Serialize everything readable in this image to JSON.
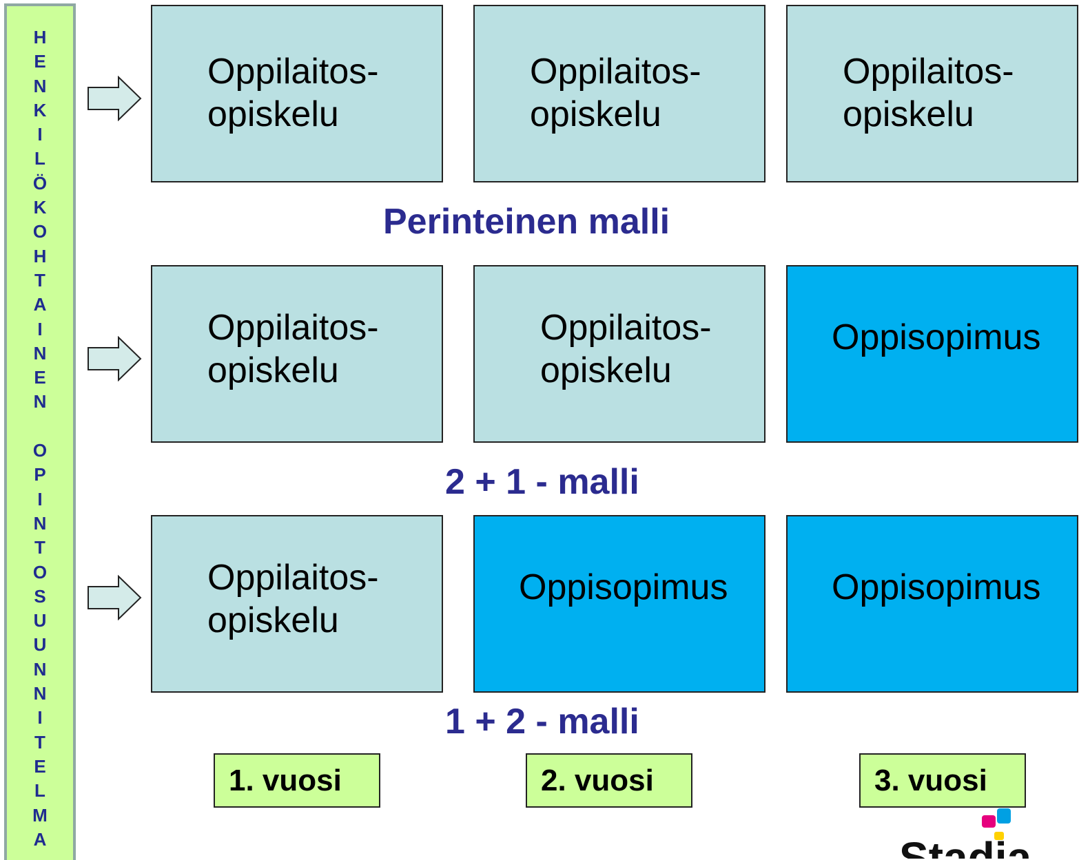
{
  "sidebar": {
    "words": [
      "HENKILÖKOHTAINEN",
      "OPINTOSUUNNITELMA"
    ]
  },
  "rows": [
    {
      "boxes": [
        {
          "text": "Oppilaitos-\nopiskelu",
          "kind": "school"
        },
        {
          "text": "Oppilaitos-\nopiskelu",
          "kind": "school"
        },
        {
          "text": "Oppilaitos-\nopiskelu",
          "kind": "school"
        }
      ],
      "model": "Perinteinen malli"
    },
    {
      "boxes": [
        {
          "text": "Oppilaitos-\nopiskelu",
          "kind": "school"
        },
        {
          "text": "Oppilaitos-\nopiskelu",
          "kind": "school"
        },
        {
          "text": "Oppisopimus",
          "kind": "apprentice"
        }
      ],
      "model": "2 + 1 - malli"
    },
    {
      "boxes": [
        {
          "text": "Oppilaitos-\nopiskelu",
          "kind": "school"
        },
        {
          "text": "Oppisopimus",
          "kind": "apprentice"
        },
        {
          "text": "Oppisopimus",
          "kind": "apprentice"
        }
      ],
      "model": "1 + 2 - malli"
    }
  ],
  "years": [
    "1. vuosi",
    "2. vuosi",
    "3. vuosi"
  ],
  "logo": {
    "text": "Stadia"
  },
  "colors": {
    "school": "#bae0e2",
    "apprentice": "#00b0f0",
    "sidebar": "#ccff99",
    "title": "#2b2b8f"
  }
}
